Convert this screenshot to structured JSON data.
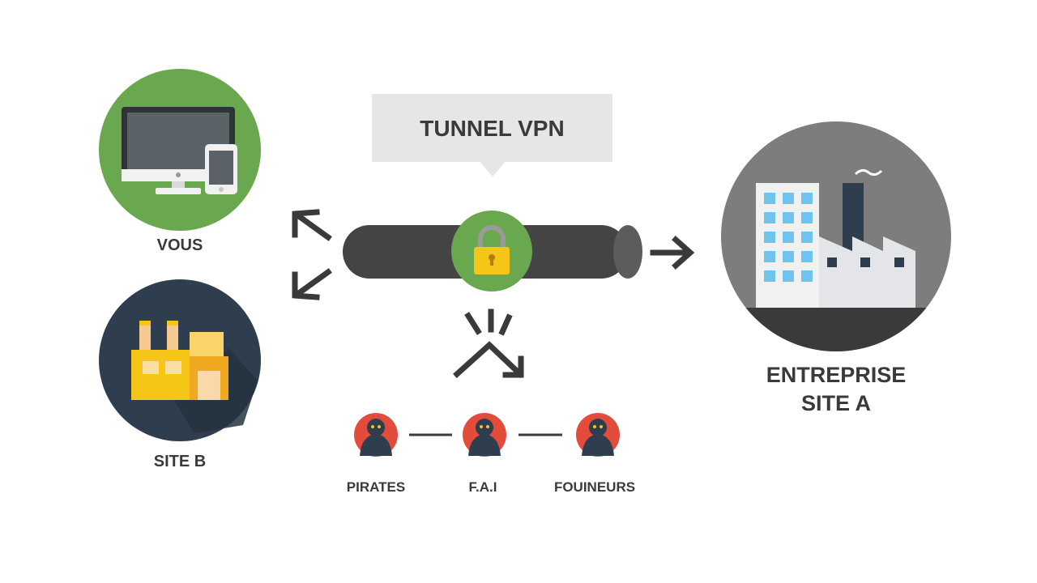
{
  "diagram": {
    "colors": {
      "background": "#ffffff",
      "green": "#6aa84f",
      "navy": "#2f3e4f",
      "grey_circle": "#7d7d7d",
      "tunnel": "#444444",
      "callout": "#e6e6e6",
      "red": "#e34b3b",
      "yellow": "#f5c518",
      "label": "#3a3a3a"
    },
    "callout": {
      "title": "TUNNEL VPN"
    },
    "nodes": {
      "vous": {
        "label": "VOUS",
        "icon": "computer-and-phone-icon"
      },
      "site_b": {
        "label": "SITE B",
        "icon": "factory-icon"
      },
      "site_a": {
        "label_line1": "ENTREPRISE",
        "label_line2": "SITE A",
        "icon": "office-and-factory-icon"
      }
    },
    "tunnel": {
      "icon": "padlock-icon"
    },
    "threats": [
      {
        "label": "PIRATES",
        "icon": "hooded-figure-icon"
      },
      {
        "label": "F.A.I",
        "icon": "hooded-figure-icon"
      },
      {
        "label": "FOUINEURS",
        "icon": "hooded-figure-icon"
      }
    ]
  }
}
